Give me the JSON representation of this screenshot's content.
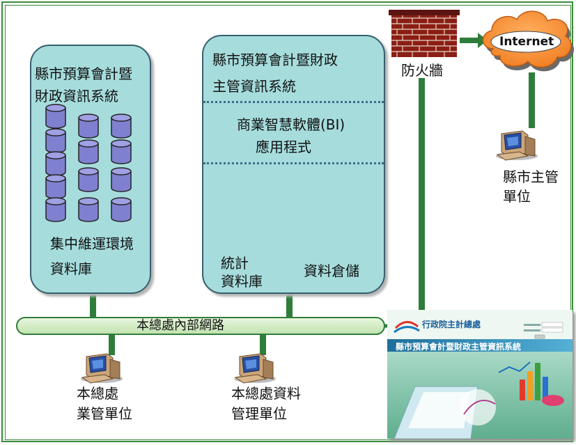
{
  "panels": {
    "left": {
      "title_line1": "縣市預算會計暨",
      "title_line2": "財政資訊系統",
      "footer_line1": "集中維運環境",
      "footer_line2": "資料庫"
    },
    "center": {
      "title_line1": "縣市預算會計暨財政",
      "title_line2": "主管資訊系統",
      "bi_line1": "商業智慧軟體(BI)",
      "bi_line2": "應用程式",
      "db_label_line1": "統計",
      "db_label_line2": "資料庫",
      "dw_label": "資料倉儲"
    }
  },
  "firewall": {
    "label": "防火牆"
  },
  "cloud": {
    "label": "Internet"
  },
  "network": {
    "label": "本總處內部網路"
  },
  "computers": {
    "county": {
      "line1": "縣市主管",
      "line2": "單位"
    },
    "business": {
      "line1": "本總處",
      "line2": "業管單位"
    },
    "data_mgmt": {
      "line1": "本總處資料",
      "line2": "管理單位"
    }
  },
  "screenshot": {
    "logo_text": "行政院主計總處",
    "banner": "縣市預算會計暨財政主管資訊系統"
  },
  "colors": {
    "panel_fill": "#a6dcdc",
    "line_green": "#2f7d3b",
    "cylinder_fill": "#8080d0",
    "frame_green": "#3a8a3a"
  }
}
